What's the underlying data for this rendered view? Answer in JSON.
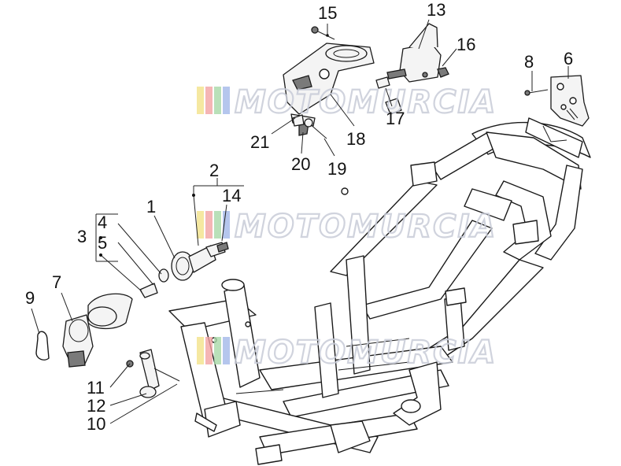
{
  "watermark": {
    "text": "MOTOMURCIA",
    "stripe_colors": [
      "#f2e28a",
      "#f2a3a3",
      "#a8d8a8",
      "#a3b8e8"
    ]
  },
  "callouts": [
    {
      "id": "15",
      "label": "15"
    },
    {
      "id": "13",
      "label": "13"
    },
    {
      "id": "16",
      "label": "16"
    },
    {
      "id": "8",
      "label": "8"
    },
    {
      "id": "6",
      "label": "6"
    },
    {
      "id": "17",
      "label": "17"
    },
    {
      "id": "18",
      "label": "18"
    },
    {
      "id": "21",
      "label": "21"
    },
    {
      "id": "20",
      "label": "20"
    },
    {
      "id": "19",
      "label": "19"
    },
    {
      "id": "2",
      "label": "2"
    },
    {
      "id": "14",
      "label": "14"
    },
    {
      "id": "1",
      "label": "1"
    },
    {
      "id": "4",
      "label": "4"
    },
    {
      "id": "3",
      "label": "3"
    },
    {
      "id": "5",
      "label": "5"
    },
    {
      "id": "9",
      "label": "9"
    },
    {
      "id": "7",
      "label": "7"
    },
    {
      "id": "11",
      "label": "11"
    },
    {
      "id": "12",
      "label": "12"
    },
    {
      "id": "10",
      "label": "10"
    }
  ]
}
